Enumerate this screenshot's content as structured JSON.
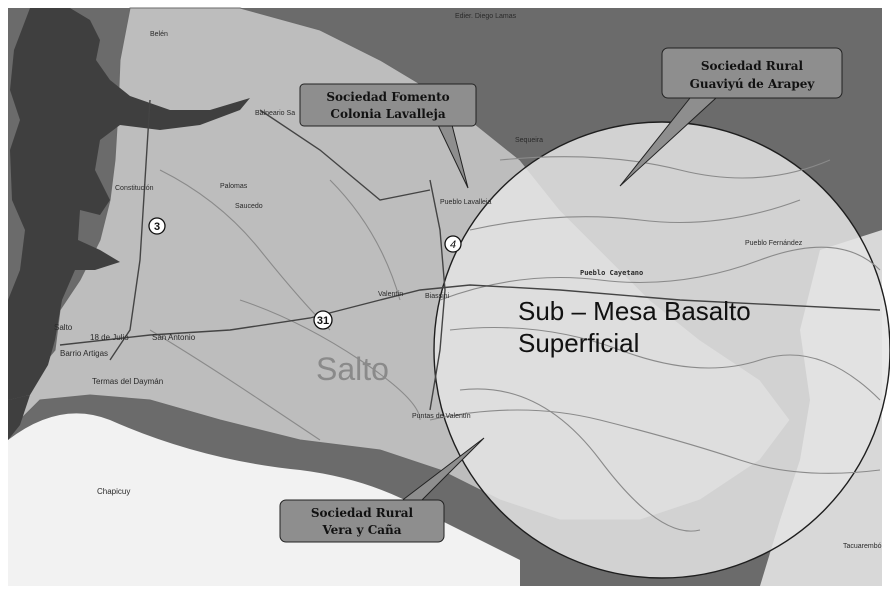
{
  "map": {
    "department_label": "Salto",
    "region_label_line1": "Sub – Mesa Basalto",
    "region_label_line2": "Superficial",
    "places": {
      "edifer": "Edier. Diego Lamas",
      "belen": "Belén",
      "balneario": "Balneario Sa",
      "constitucion": "Constitución",
      "palomas": "Palomas",
      "saucedo": "Saucedo",
      "sequeira": "Sequeira",
      "pueblo_lavalleja": "Pueblo Lavalleja",
      "pueblo_fernandez": "Pueblo Fernández",
      "pueblo_cayetano": "Pueblo Cayetano",
      "valentin": "Valentín",
      "biassini": "Biassini",
      "salto": "Salto",
      "julio18": "18 de Julio",
      "san_antonio": "San Antonio",
      "barrio_artigas": "Barrio Artigas",
      "termas": "Termas del Daymán",
      "puntas": "Puntas de Valentín",
      "chapicuy": "Chapicuy",
      "tacuarembo": "Tacuarembó"
    },
    "routes": {
      "r3": "3",
      "r4": "4",
      "r31": "31"
    },
    "callouts": {
      "fomento_line1": "Sociedad Fomento",
      "fomento_line2": "Colonia Lavalleja",
      "guaviyu_line1": "Sociedad Rural",
      "guaviyu_line2": "Guaviyú de Arapey",
      "vera_line1": "Sociedad Rural",
      "vera_line2": "Vera y Caña"
    },
    "colors": {
      "water": "#3f3f3f",
      "land_outside": "#6b6b6b",
      "department": "#bdbdbd",
      "south_land": "#f2f2f2",
      "circle_fill": "#e4e4e4",
      "callout": "#8e8e8e"
    }
  }
}
